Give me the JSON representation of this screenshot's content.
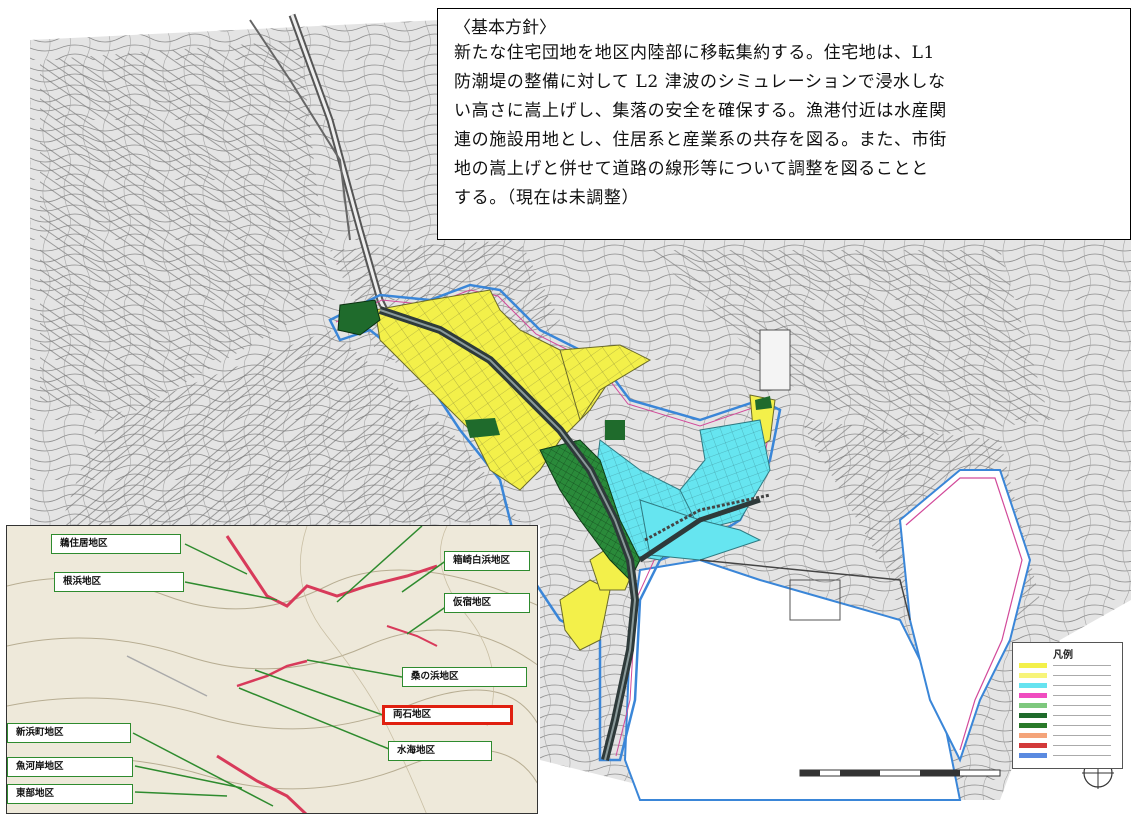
{
  "policy": {
    "title": "〈基本方針〉",
    "lines": [
      "新たな住宅団地を地区内陸部に移転集約する。住宅地は、L1",
      "防潮堤の整備に対して L2 津波のシミュレーションで浸水しな",
      "い高さに嵩上げし、集落の安全を確保する。漁港付近は水産関",
      "連の施設用地とし、住居系と産業系の共存を図る。また、市街",
      "地の嵩上げと併せて道路の線形等について調整を図ることと",
      "する。（現在は未調整）"
    ]
  },
  "inset_map": {
    "districts": [
      {
        "label": "鵜住居地区",
        "selected": false
      },
      {
        "label": "根浜地区",
        "selected": false
      },
      {
        "label": "箱崎白浜地区",
        "selected": false
      },
      {
        "label": "仮宿地区",
        "selected": false
      },
      {
        "label": "桑の浜地区",
        "selected": false
      },
      {
        "label": "両石地区",
        "selected": true
      },
      {
        "label": "水海地区",
        "selected": false
      },
      {
        "label": "新浜町地区",
        "selected": false
      },
      {
        "label": "魚河岸地区",
        "selected": false
      },
      {
        "label": "東部地区",
        "selected": false
      }
    ]
  },
  "legend": {
    "title": "凡例",
    "colors": [
      "#f3f04a",
      "#f7f47a",
      "#66e3f0",
      "#f04cc0",
      "#7ec87e",
      "#1f6b2c",
      "#2a7a2a",
      "#f4a47a",
      "#d23a3a",
      "#5a8ae0"
    ]
  },
  "map_colors": {
    "residential": "#f3f04a",
    "industrial": "#66e5f0",
    "green": "#1f6b2c",
    "road": "#2e3a3a",
    "boundary": "#3a86d8",
    "seawall": "#d24a9a"
  }
}
